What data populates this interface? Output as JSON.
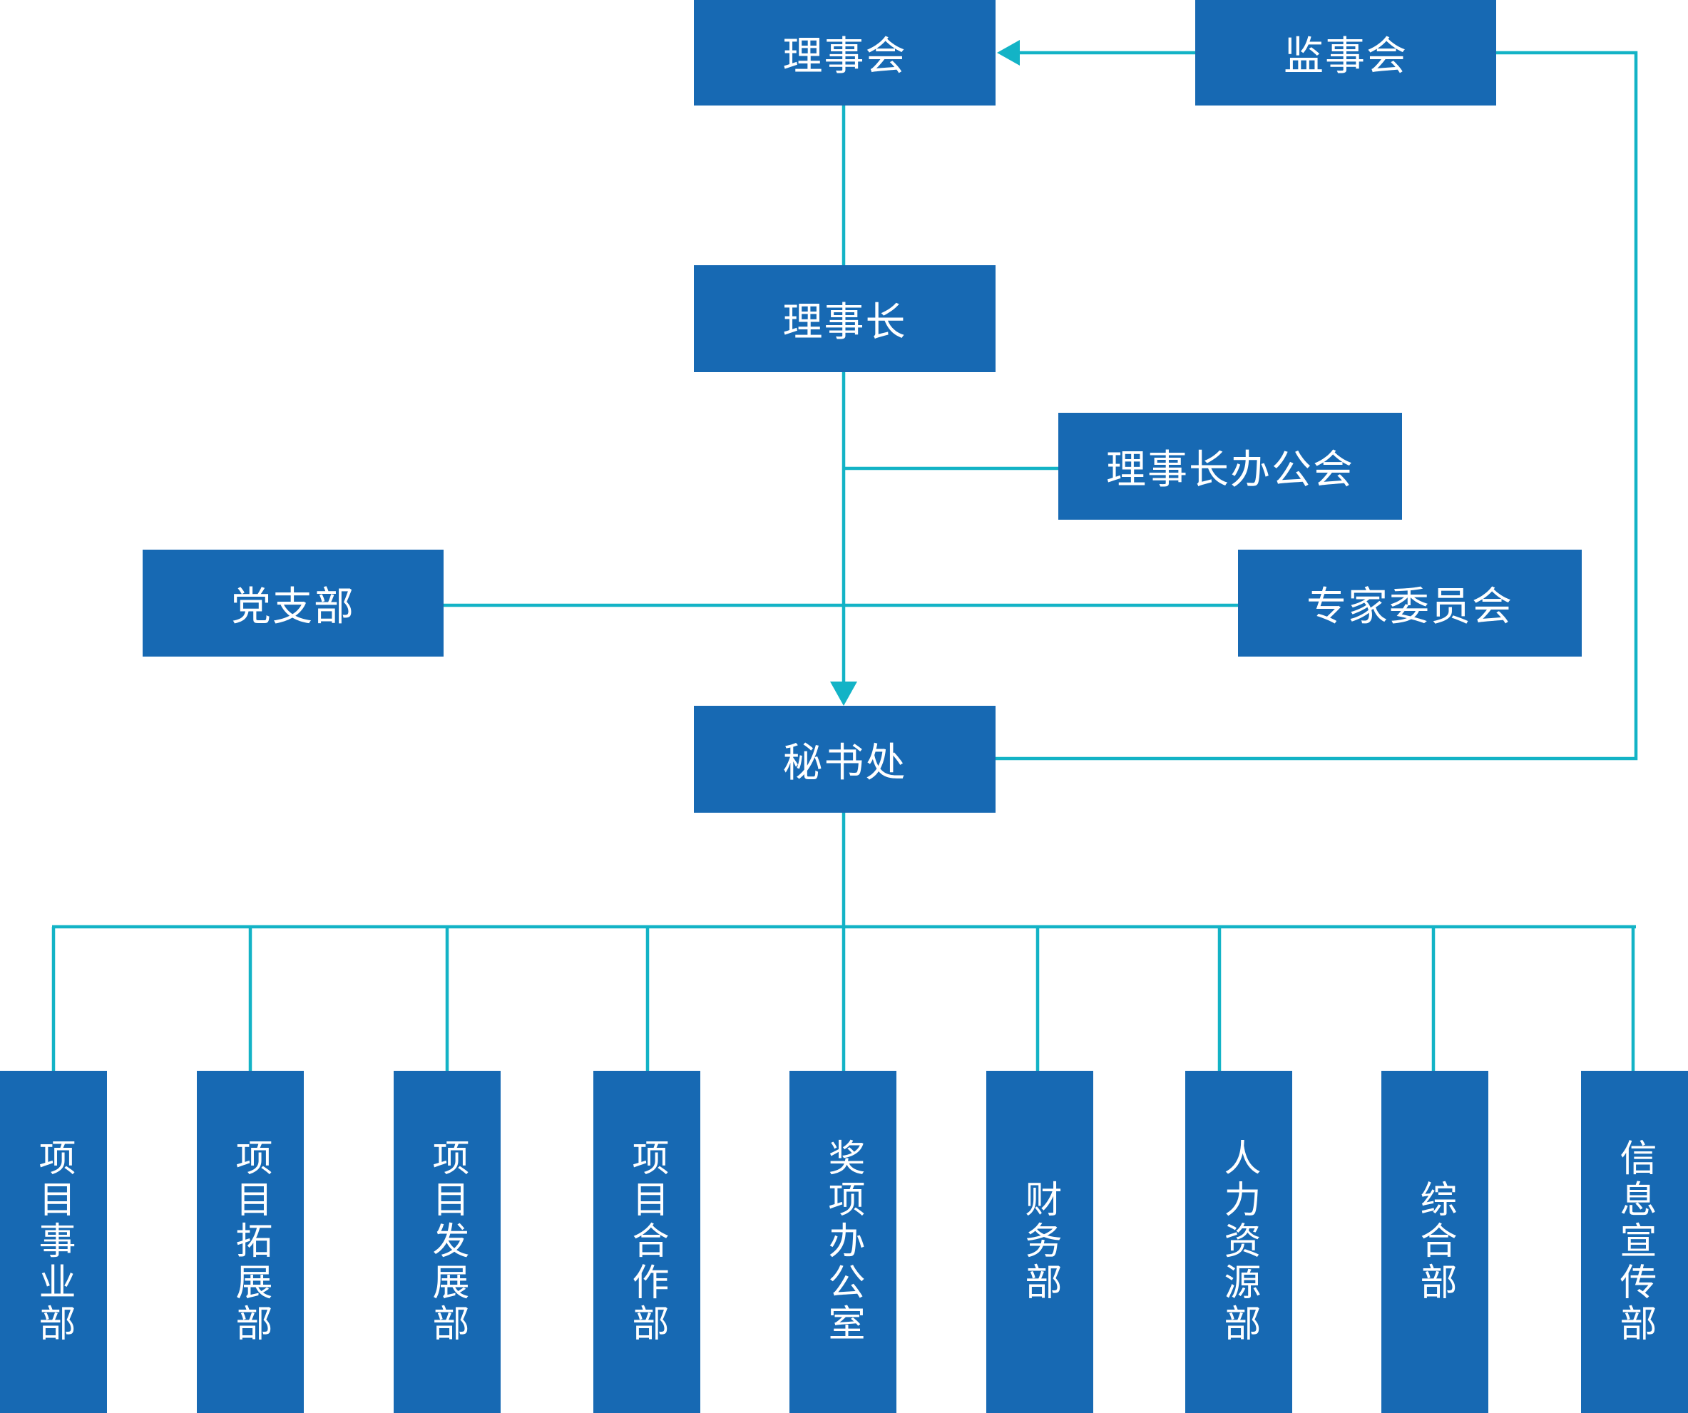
{
  "nodes": {
    "board": "理事会",
    "supervisors": "监事会",
    "chairman": "理事长",
    "chairman_office_meeting": "理事长办公会",
    "party_branch": "党支部",
    "expert_committee": "专家委员会",
    "secretariat": "秘书处"
  },
  "departments": [
    "项目事业部",
    "项目拓展部",
    "项目发展部",
    "项目合作部",
    "奖项办公室",
    "财务部",
    "人力资源部",
    "综合部",
    "信息宣传部"
  ],
  "colors": {
    "box": "#1769b3",
    "connector": "#13b3c6",
    "text": "#ffffff"
  }
}
